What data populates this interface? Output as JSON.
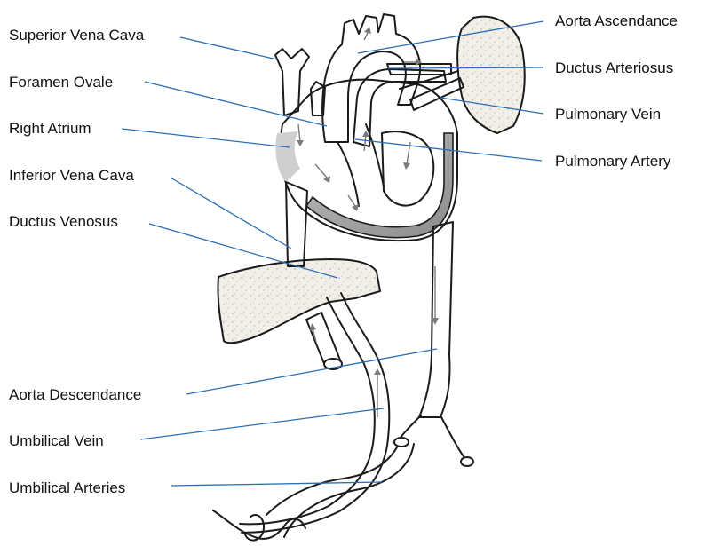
{
  "labels": {
    "superior_vena_cava": "Superior Vena Cava",
    "foramen_ovale": "Foramen Ovale",
    "right_atrium": "Right Atrium",
    "inferior_vena_cava": "Inferior Vena Cava",
    "ductus_venosus": "Ductus Venosus",
    "aorta_descendance": "Aorta Descendance",
    "umbilical_vein": "Umbilical Vein",
    "umbilical_arteries": "Umbilical Arteries",
    "aorta_ascendance": "Aorta Ascendance",
    "ductus_arteriosus": "Ductus Arteriosus",
    "pulmonary_vein": "Pulmonary Vein",
    "pulmonary_artery": "Pulmonary Artery"
  },
  "colors": {
    "leader_line": "#2a6fb3",
    "outline": "#1b1b1b",
    "organ_fill": "#f2efe8",
    "shade_dark": "#8f8f8f",
    "shade_light": "#d6d6d6"
  }
}
